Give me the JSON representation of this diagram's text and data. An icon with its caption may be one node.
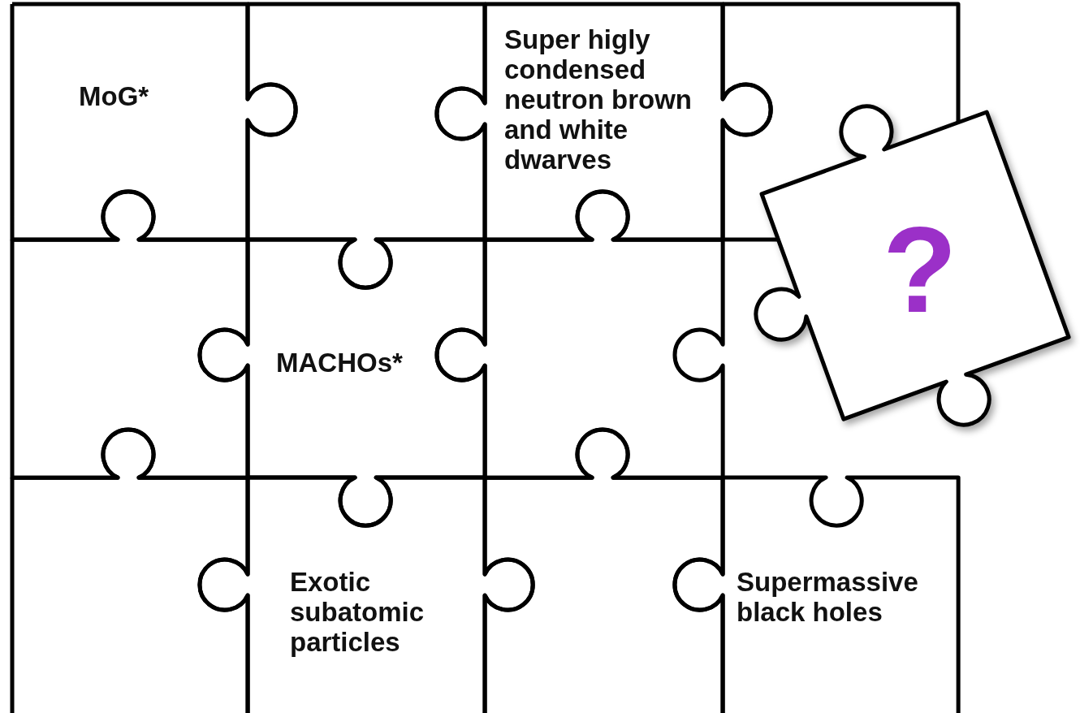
{
  "diagram": {
    "nodes": [
      {
        "text": [
          "MoG*"
        ]
      },
      {
        "text": [],
        "shape": "piece"
      },
      {
        "text": [
          "Super higly condensed neutron brown and white dwarves"
        ]
      },
      {
        "text": [],
        "shape": "piece"
      },
      {
        "text": [],
        "shape": "piece"
      },
      {
        "text": [
          "MACHOs*"
        ]
      },
      {
        "text": [],
        "shape": "piece"
      },
      {
        "text": [],
        "shape": "piece"
      },
      {
        "text": [
          "Exotic subatomic particles"
        ]
      },
      {
        "text": [],
        "shape": "piece"
      },
      {
        "text": [
          "Supermassive black holes"
        ]
      },
      {
        "text": [
          "?"
        ]
      }
    ]
  }
}
